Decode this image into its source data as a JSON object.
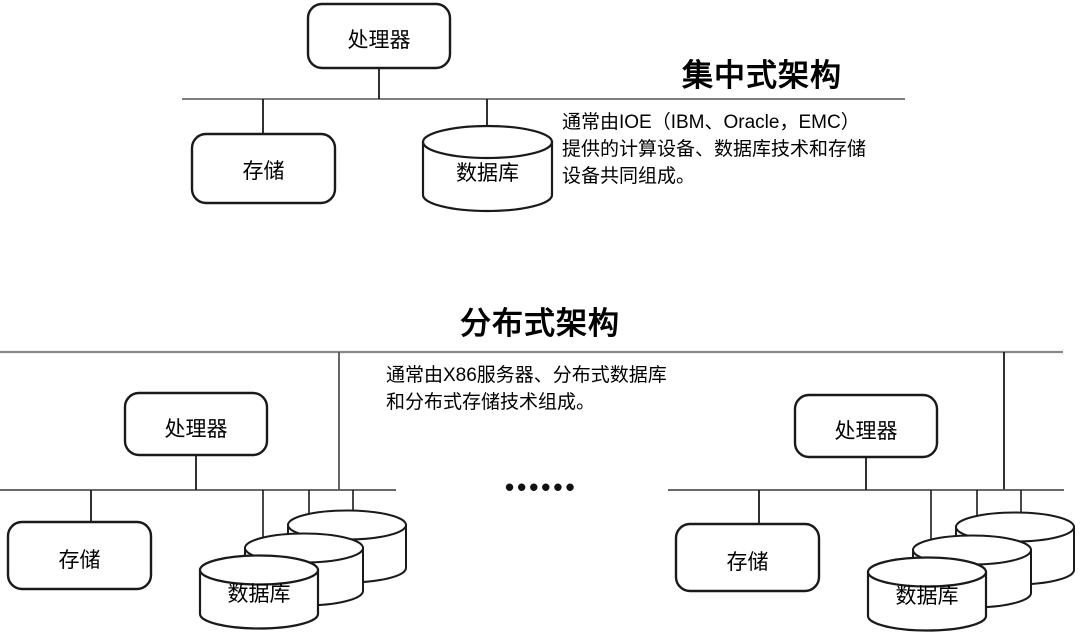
{
  "sections": [
    {
      "id": "centralized",
      "title": "集中式架构",
      "description": "通常由IOE（IBM、Oracle，EMC）\n提供的计算设备、数据库技术和存储\n设备共同组成。",
      "nodes": {
        "processor": "处理器",
        "storage": "存储",
        "database": "数据库"
      }
    },
    {
      "id": "distributed",
      "title": "分布式架构",
      "description": "通常由X86服务器、分布式数据库\n和分布式存储技术组成。",
      "ellipsis": "••••••",
      "clusters": [
        {
          "id": "cluster-left",
          "processor": "处理器",
          "storage": "存储",
          "database": "数据库"
        },
        {
          "id": "cluster-right",
          "processor": "处理器",
          "storage": "存储",
          "database": "数据库"
        }
      ]
    }
  ],
  "style": {
    "stroke": "#1a1a1a",
    "bus_stroke": "#555555",
    "divider_stroke": "#888888",
    "fill": "#ffffff"
  }
}
